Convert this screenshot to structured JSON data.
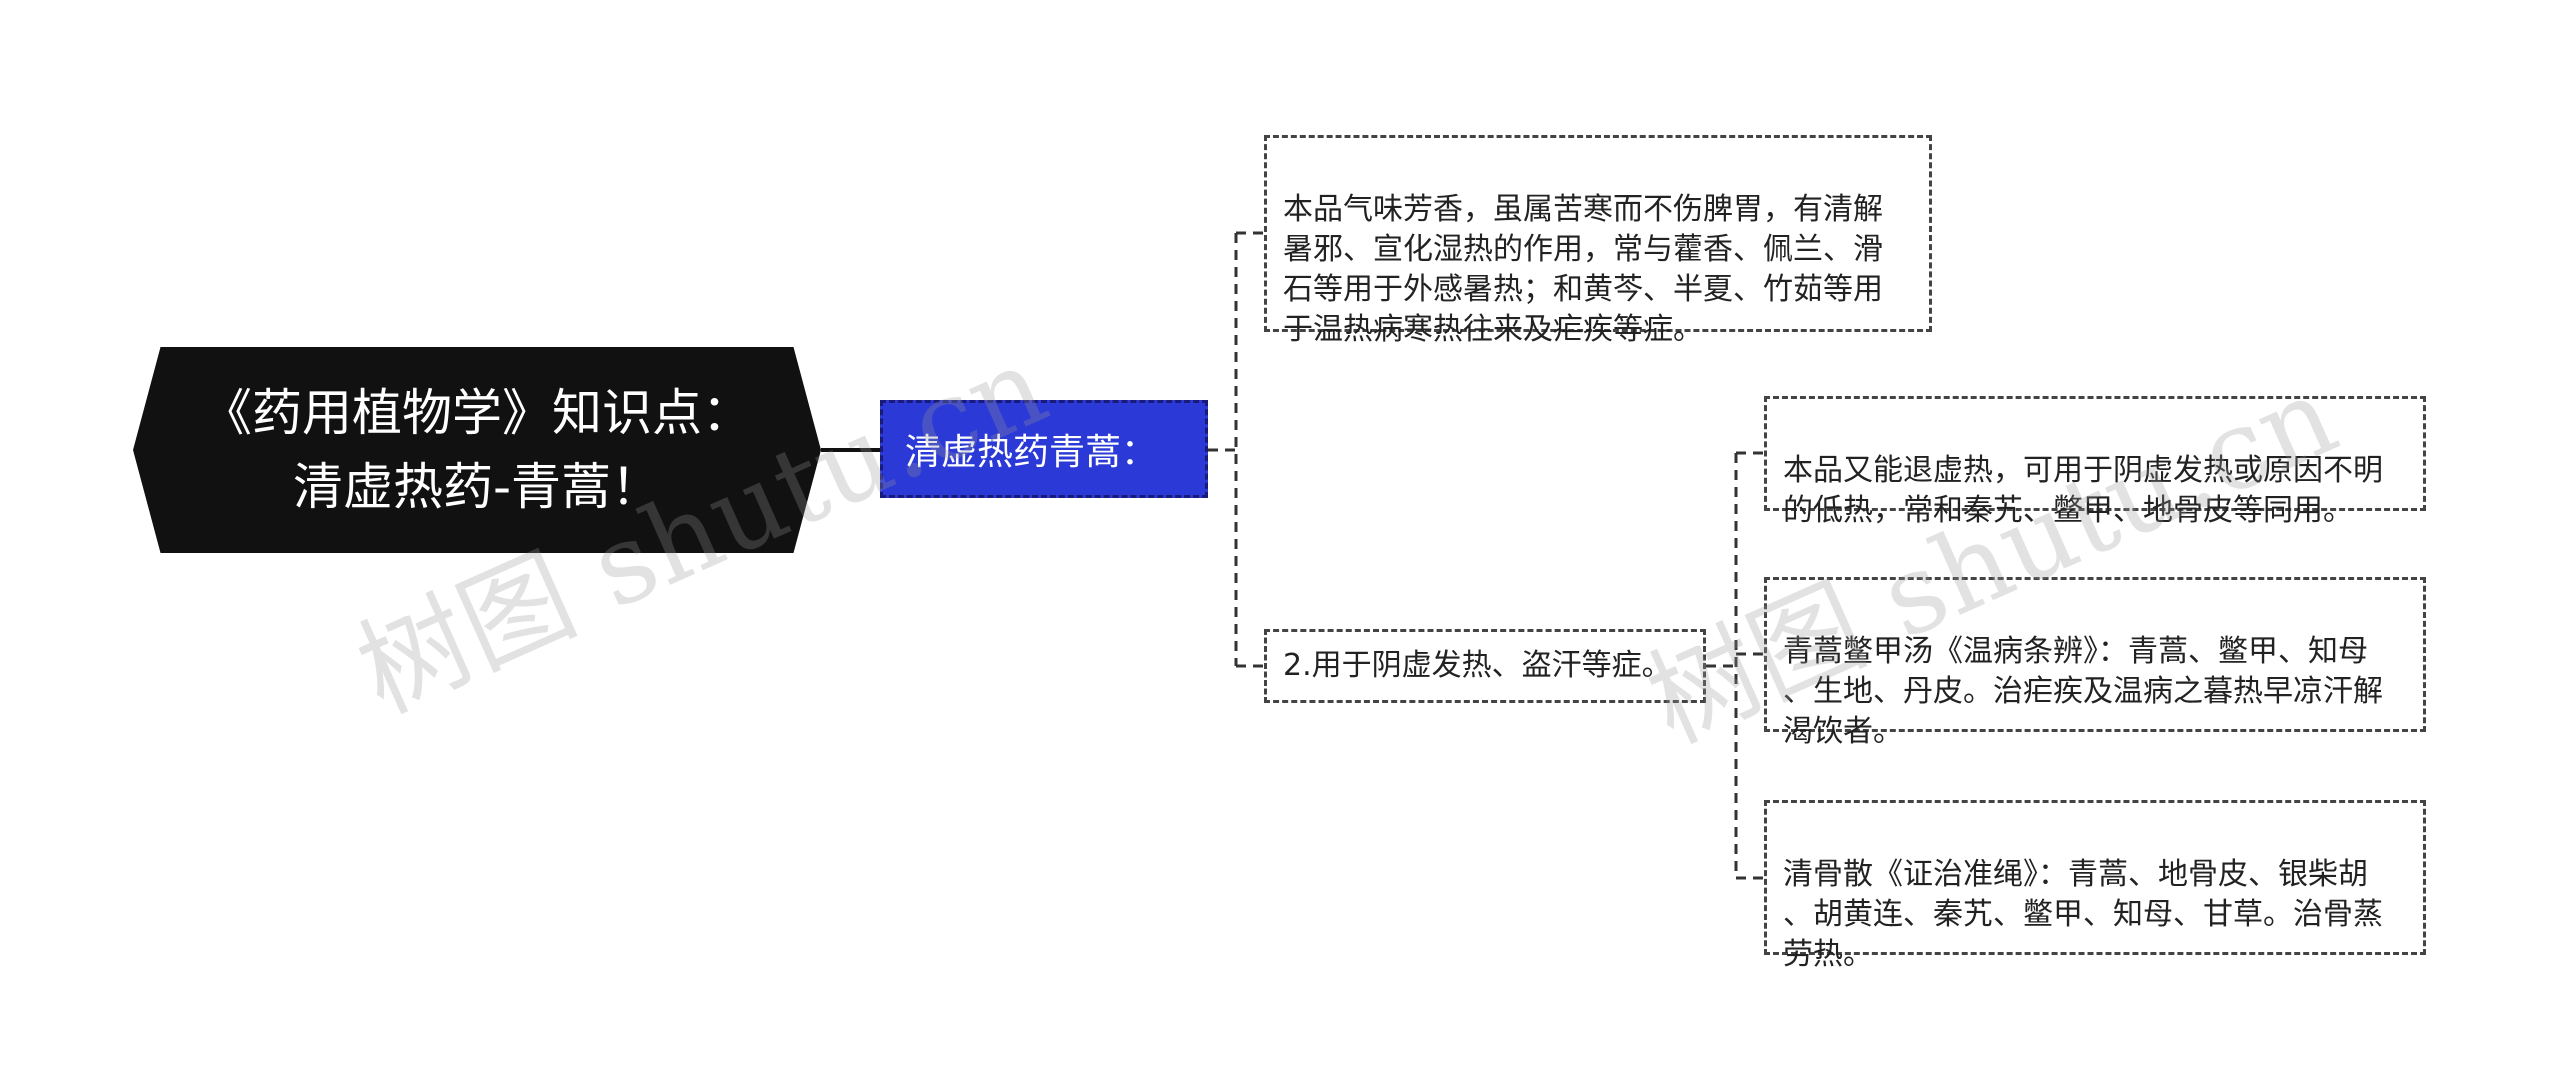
{
  "root": {
    "title": "《药用植物学》知识点：\n清虚热药-青蒿！"
  },
  "branch": {
    "label": "清虚热药青蒿："
  },
  "leaves": {
    "a": "本品气味芳香，虽属苦寒而不伤脾胃，有清解\n暑邪、宣化湿热的作用，常与藿香、佩兰、滑\n石等用于外感暑热；和黄芩、半夏、竹茹等用\n于温热病寒热往来及疟疾等症。",
    "b": "2.用于阴虚发热、盗汗等症。",
    "c": "本品又能退虚热，可用于阴虚发热或原因不明\n的低热，常和秦艽、鳖甲、地骨皮等同用。",
    "d": "青蒿鳖甲汤《温病条辨》：青蒿、鳖甲、知母\n、生地、丹皮。治疟疾及温病之暮热早凉汗解\n渴饮者。",
    "e": "清骨散《证治准绳》：青蒿、地骨皮、银柴胡\n、胡黄连、秦艽、鳖甲、知母、甘草。治骨蒸\n劳热。"
  },
  "watermark": {
    "text_1": "树图 shutu.cn",
    "text_2": "树图 shutu.cn"
  },
  "colors": {
    "root_fill": "#111111",
    "branch_fill": "#2b39d6",
    "connector": "#333333"
  }
}
